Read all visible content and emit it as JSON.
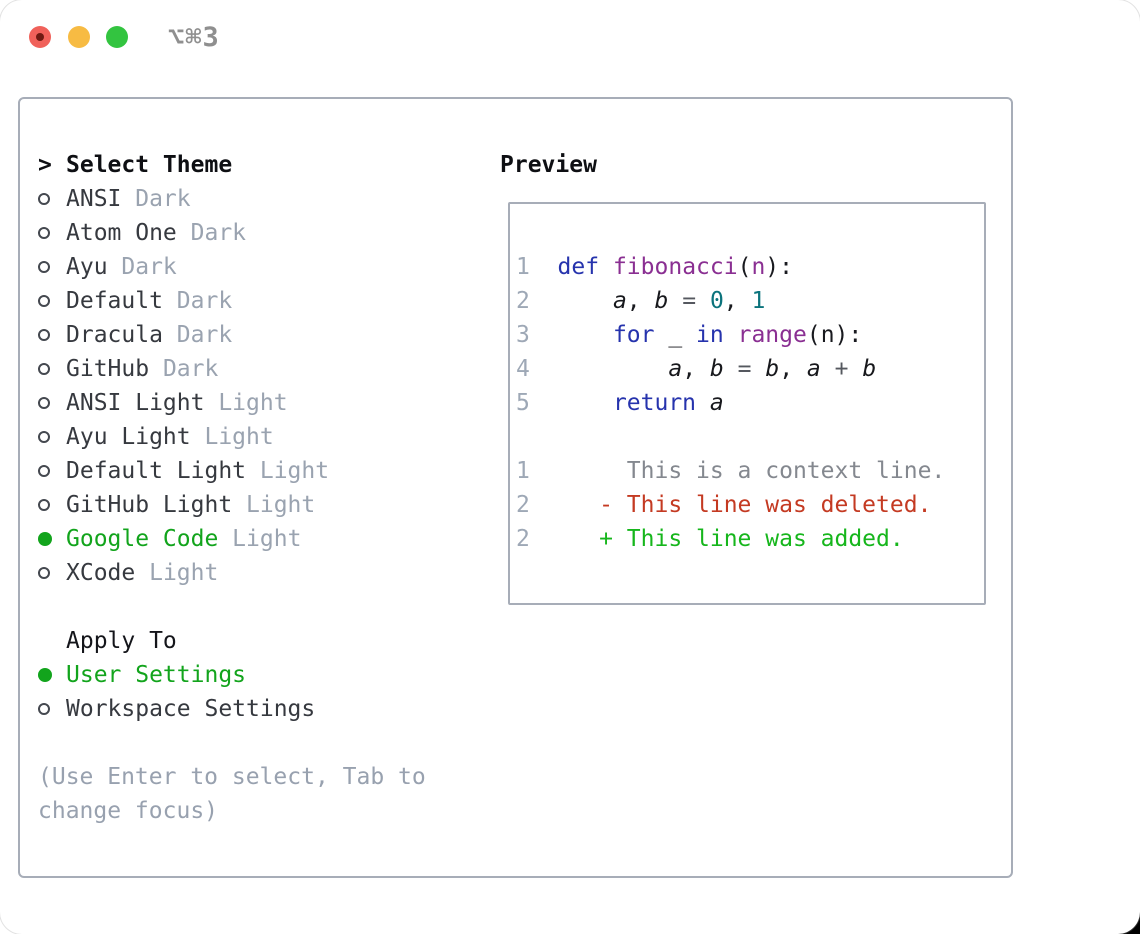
{
  "window": {
    "title": "⌥⌘3",
    "traffic_lights": [
      "close",
      "minimize",
      "zoom"
    ]
  },
  "colors": {
    "accent_green": "#12a41c",
    "diff_added_green": "#16b61c",
    "diff_deleted_red": "#c43a22",
    "context_gray": "#84888f",
    "keyword_blue": "#2633ad",
    "name_purple": "#8a2f92",
    "literal_teal": "#0b737c",
    "muted_gray": "#9aa3b0",
    "box_border": "#a7adb8",
    "traffic_red": "#f0615a",
    "traffic_yellow": "#f7bb43",
    "traffic_green": "#33c440"
  },
  "theme_selector": {
    "prompt": ">",
    "title": "Select Theme",
    "items": [
      {
        "name": "ANSI",
        "variant": "Dark",
        "selected": false
      },
      {
        "name": "Atom One",
        "variant": "Dark",
        "selected": false
      },
      {
        "name": "Ayu",
        "variant": "Dark",
        "selected": false
      },
      {
        "name": "Default",
        "variant": "Dark",
        "selected": false
      },
      {
        "name": "Dracula",
        "variant": "Dark",
        "selected": false
      },
      {
        "name": "GitHub",
        "variant": "Dark",
        "selected": false
      },
      {
        "name": "ANSI Light",
        "variant": "Light",
        "selected": false
      },
      {
        "name": "Ayu Light",
        "variant": "Light",
        "selected": false
      },
      {
        "name": "Default Light",
        "variant": "Light",
        "selected": false
      },
      {
        "name": "GitHub Light",
        "variant": "Light",
        "selected": false
      },
      {
        "name": "Google Code",
        "variant": "Light",
        "selected": true
      },
      {
        "name": "XCode",
        "variant": "Light",
        "selected": false
      }
    ]
  },
  "apply_to": {
    "title": "Apply To",
    "options": [
      {
        "label": "User Settings",
        "selected": true
      },
      {
        "label": "Workspace Settings",
        "selected": false
      }
    ]
  },
  "hint_lines": [
    "(Use Enter to select, Tab to",
    "change focus)"
  ],
  "preview": {
    "title": "Preview",
    "lines": [
      {
        "num": "1",
        "tokens": [
          {
            "t": "def",
            "c": "kw"
          },
          {
            "t": " ",
            "c": "p"
          },
          {
            "t": "fibonacci",
            "c": "fn"
          },
          {
            "t": "(",
            "c": "p"
          },
          {
            "t": "n",
            "c": "fn"
          },
          {
            "t": "):",
            "c": "p"
          }
        ]
      },
      {
        "num": "2",
        "tokens": [
          {
            "t": "    ",
            "c": "p"
          },
          {
            "t": "a",
            "c": "var"
          },
          {
            "t": ", ",
            "c": "p"
          },
          {
            "t": "b",
            "c": "var"
          },
          {
            "t": " ",
            "c": "p"
          },
          {
            "t": "=",
            "c": "op"
          },
          {
            "t": " ",
            "c": "p"
          },
          {
            "t": "0",
            "c": "num"
          },
          {
            "t": ", ",
            "c": "p"
          },
          {
            "t": "1",
            "c": "num"
          }
        ]
      },
      {
        "num": "3",
        "tokens": [
          {
            "t": "    ",
            "c": "p"
          },
          {
            "t": "for",
            "c": "kw"
          },
          {
            "t": " _ ",
            "c": "p"
          },
          {
            "t": "in",
            "c": "kw"
          },
          {
            "t": " ",
            "c": "p"
          },
          {
            "t": "range",
            "c": "fn"
          },
          {
            "t": "(n):",
            "c": "p"
          }
        ]
      },
      {
        "num": "4",
        "tokens": [
          {
            "t": "        ",
            "c": "p"
          },
          {
            "t": "a",
            "c": "var"
          },
          {
            "t": ", ",
            "c": "p"
          },
          {
            "t": "b",
            "c": "var"
          },
          {
            "t": " ",
            "c": "p"
          },
          {
            "t": "=",
            "c": "op"
          },
          {
            "t": " ",
            "c": "p"
          },
          {
            "t": "b",
            "c": "var"
          },
          {
            "t": ", ",
            "c": "p"
          },
          {
            "t": "a",
            "c": "var"
          },
          {
            "t": " ",
            "c": "p"
          },
          {
            "t": "+",
            "c": "op"
          },
          {
            "t": " ",
            "c": "p"
          },
          {
            "t": "b",
            "c": "var"
          }
        ]
      },
      {
        "num": "5",
        "tokens": [
          {
            "t": "    ",
            "c": "p"
          },
          {
            "t": "return",
            "c": "kw"
          },
          {
            "t": " ",
            "c": "p"
          },
          {
            "t": "a",
            "c": "var"
          }
        ]
      },
      {
        "num": "",
        "tokens": []
      },
      {
        "num": "1",
        "tokens": [
          {
            "t": "     This is a context line.",
            "c": "ctx"
          }
        ]
      },
      {
        "num": "2",
        "tokens": [
          {
            "t": "   - This line was deleted.",
            "c": "del"
          }
        ]
      },
      {
        "num": "2",
        "tokens": [
          {
            "t": "   + This line was added.",
            "c": "add"
          }
        ]
      }
    ]
  }
}
